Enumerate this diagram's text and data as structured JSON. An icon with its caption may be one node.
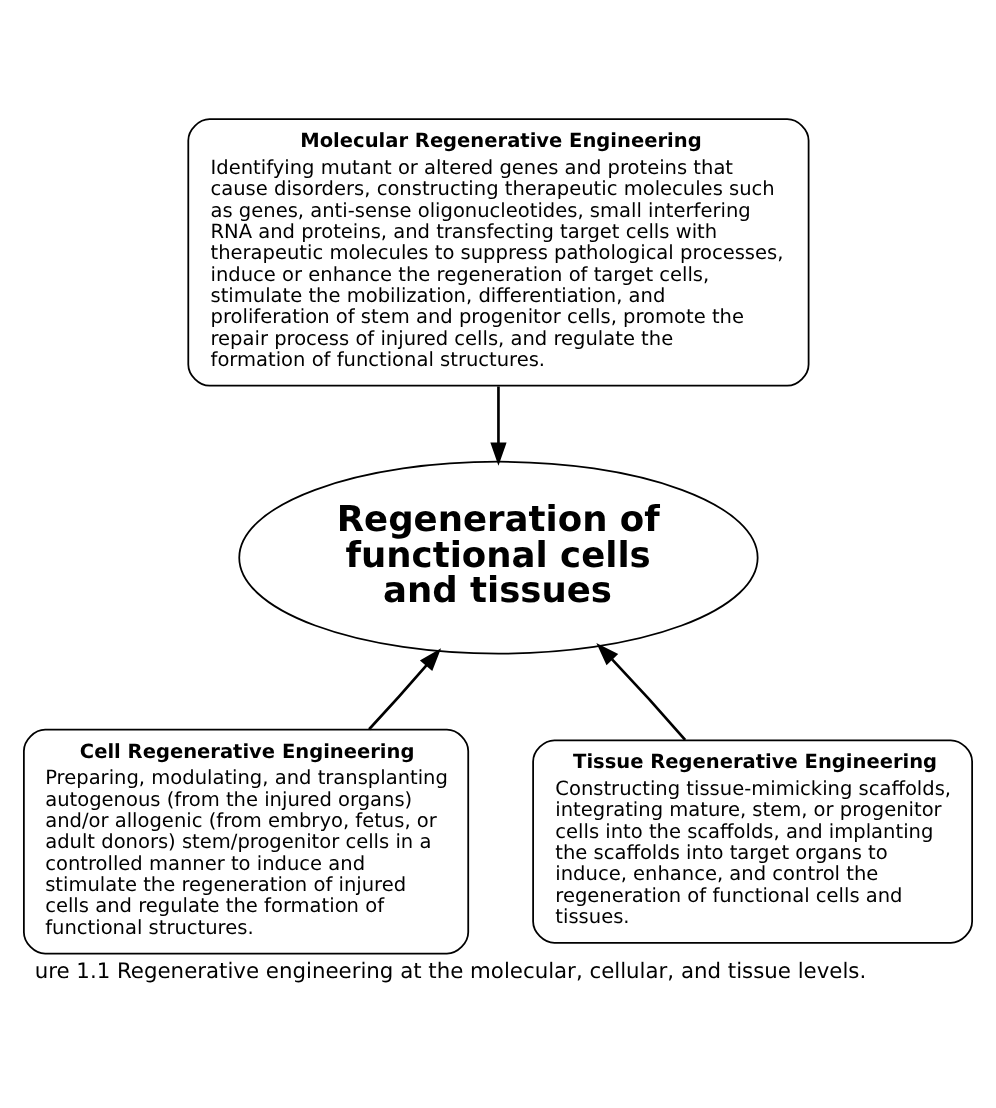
{
  "diagram": {
    "caption": "ure 1.1 Regenerative engineering at the molecular, cellular, and tissue levels.",
    "nodes": [
      {
        "text": [
          "Molecular Regenerative Engineering",
          "Identifying mutant or altered genes and proteins that cause disorders, constructing therapeutic molecules such as genes, anti-sense oligonucleotides, small interfering RNA and proteins, and transfecting target cells with therapeutic molecules to suppress pathological processes, induce or enhance the regeneration of target cells, stimulate the mobilization, differentiation, and proliferation of stem and progenitor cells, promote the repair process of injured cells, and regulate the formation of functional structures."
        ]
      },
      {
        "text": [
          "Regeneration of functional cells and tissues"
        ]
      },
      {
        "text": [
          "Cell Regenerative Engineering",
          "Preparing, modulating, and transplanting autogenous (from the injured organs) and/or allogenic (from embryo, fetus, or adult donors) stem/progenitor cells in a controlled manner to induce and stimulate the regeneration of injured cells and regulate the formation of functional structures."
        ]
      },
      {
        "text": [
          "Tissue Regenerative Engineering",
          "Constructing tissue-mimicking scaffolds, integrating mature, stem, or progenitor cells into the scaffolds, and implanting the scaffolds into target organs to induce, enhance, and control the regeneration of functional cells and tissues."
        ]
      }
    ],
    "edges": [
      {
        "from": 0,
        "to": 1,
        "arrow": "to"
      },
      {
        "from": 2,
        "to": 1,
        "arrow": "to"
      },
      {
        "from": 3,
        "to": 1,
        "arrow": "to"
      }
    ]
  }
}
